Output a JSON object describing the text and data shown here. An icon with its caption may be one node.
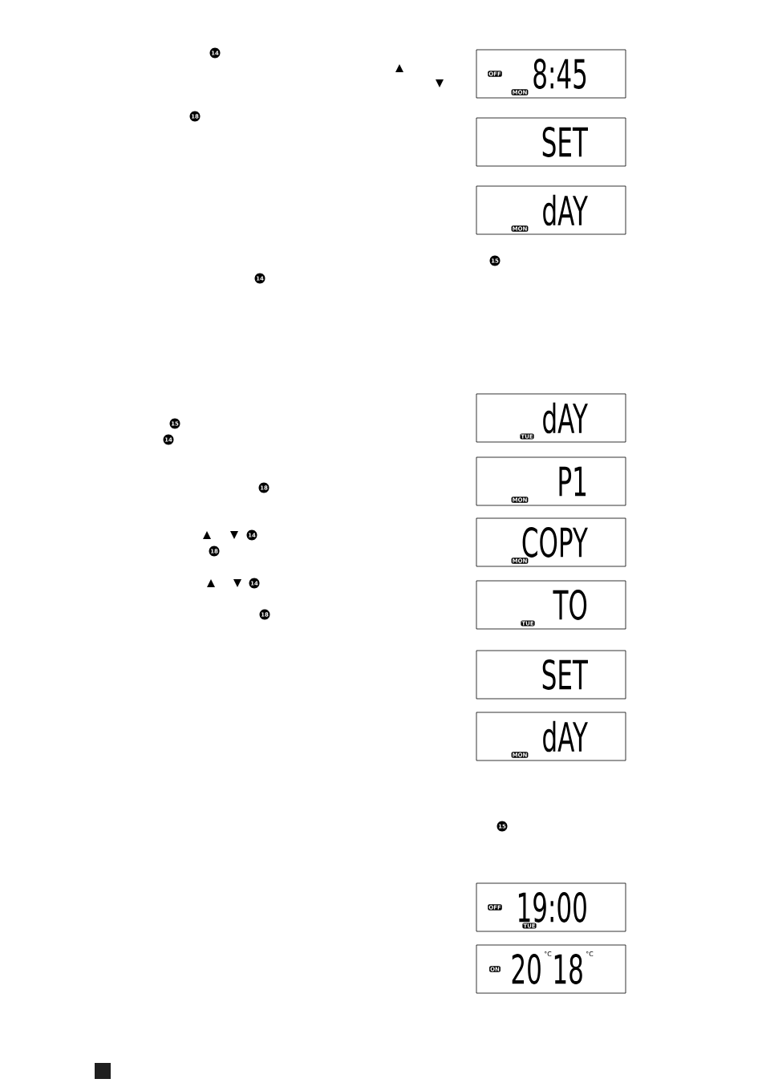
{
  "diagram": {
    "nodes": [
      {
        "text": [
          "OFF",
          "8:45",
          "MON"
        ]
      },
      {
        "text": [
          "SET"
        ]
      },
      {
        "text": [
          "dAY",
          "MON"
        ]
      },
      {
        "text": [
          "dAY",
          "TUE"
        ]
      },
      {
        "text": [
          "P1",
          "MON"
        ]
      },
      {
        "text": [
          "COPY",
          "MON"
        ]
      },
      {
        "text": [
          "TO",
          "TUE"
        ]
      },
      {
        "text": [
          "SET"
        ]
      },
      {
        "text": [
          "dAY",
          "MON"
        ]
      },
      {
        "text": [
          "OFF",
          "19:00",
          "TUE"
        ]
      },
      {
        "text": [
          "ON",
          "20",
          "°C",
          "18",
          "°C"
        ]
      }
    ],
    "labels": [
      "14",
      "18",
      "15",
      "14",
      "15",
      "14",
      "18",
      "14",
      "18",
      "14",
      "18",
      "15"
    ]
  }
}
